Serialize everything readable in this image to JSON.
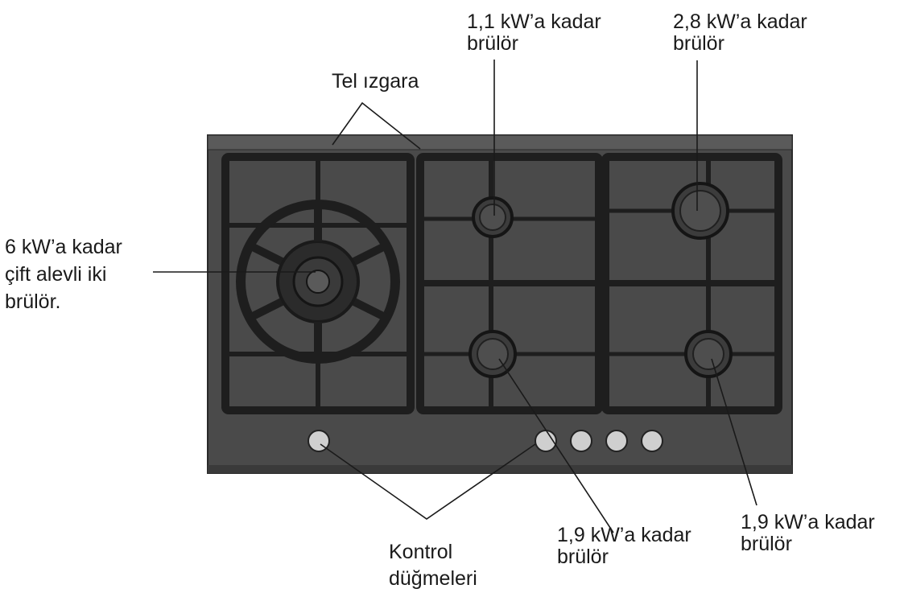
{
  "labels": {
    "wire_grid": "Tel ızgara",
    "burner_1_1": {
      "line1": "1,1 kW’a kadar",
      "line2": "brülör"
    },
    "burner_2_8": {
      "line1": "2,8 kW’a kadar",
      "line2": "brülör"
    },
    "burner_6": {
      "line1": "6 kW’a kadar",
      "line2": "çift alevli iki",
      "line3": "brülör."
    },
    "burner_1_9_left": {
      "line1": "1,9 kW’a kadar",
      "line2": "brülör"
    },
    "burner_1_9_right": {
      "line1": "1,9 kW’a kadar",
      "line2": "brülör"
    },
    "controls": {
      "line1": "Kontrol",
      "line2": "düğmeleri"
    }
  },
  "colors": {
    "hob": "#4a4a4a",
    "grate": "#1e1e1e",
    "leader": "#1a1a1a"
  }
}
